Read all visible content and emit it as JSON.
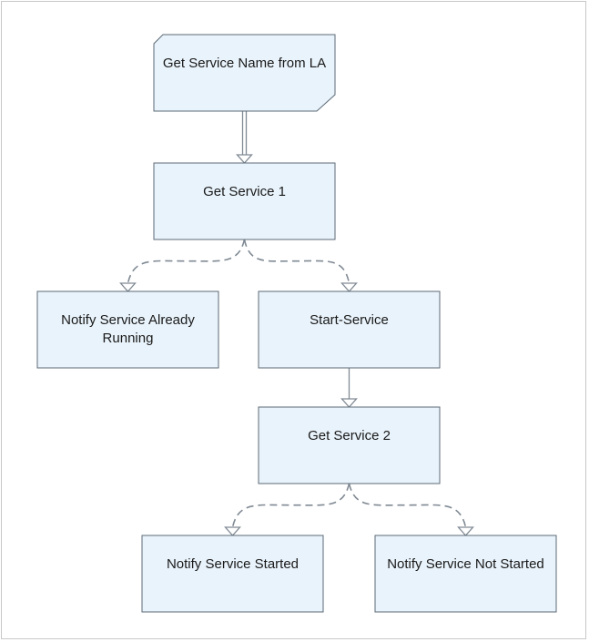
{
  "diagram": {
    "colors": {
      "node_fill": "#e9f3fb",
      "node_stroke": "#5c6a76",
      "edge_stroke": "#808a94",
      "arrow_fill": "#ffffff"
    },
    "nodes": [
      {
        "id": "n1",
        "name": "node-get-service-name-from-la",
        "shape": "card",
        "lines": [
          "Get Service Name from LA"
        ]
      },
      {
        "id": "n2",
        "name": "node-get-service-1",
        "shape": "rect",
        "lines": [
          "Get Service 1"
        ]
      },
      {
        "id": "n3",
        "name": "node-notify-service-already-running",
        "shape": "rect",
        "lines": [
          "Notify Service Already",
          "Running"
        ]
      },
      {
        "id": "n4",
        "name": "node-start-service",
        "shape": "rect",
        "lines": [
          "Start-Service"
        ]
      },
      {
        "id": "n5",
        "name": "node-get-service-2",
        "shape": "rect",
        "lines": [
          "Get Service 2"
        ]
      },
      {
        "id": "n6",
        "name": "node-notify-service-started",
        "shape": "rect",
        "lines": [
          "Notify Service Started"
        ]
      },
      {
        "id": "n7",
        "name": "node-notify-service-not-started",
        "shape": "rect",
        "lines": [
          "Notify Service Not Started"
        ]
      }
    ],
    "edges": [
      {
        "from": "n1",
        "to": "n2",
        "style": "double"
      },
      {
        "from": "n2",
        "to": "n3",
        "style": "dashed"
      },
      {
        "from": "n2",
        "to": "n4",
        "style": "dashed"
      },
      {
        "from": "n4",
        "to": "n5",
        "style": "solid"
      },
      {
        "from": "n5",
        "to": "n6",
        "style": "dashed"
      },
      {
        "from": "n5",
        "to": "n7",
        "style": "dashed"
      }
    ]
  }
}
